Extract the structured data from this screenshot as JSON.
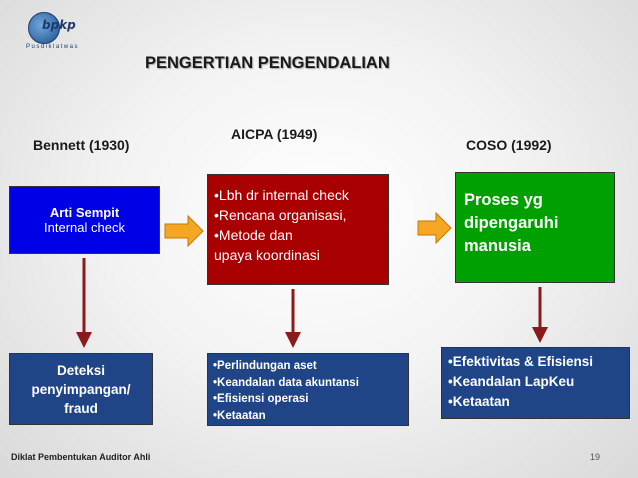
{
  "logo": {
    "text": "bpkp",
    "subtitle": "Pusdiklatwas"
  },
  "title": "PENGERTIAN PENGENDALIAN",
  "columns": [
    {
      "label": "Bennett (1930)",
      "box": {
        "lines": [
          "Arti Sempit",
          "Internal check"
        ],
        "color": "#0000e6"
      },
      "result": {
        "lines": [
          "Deteksi",
          "penyimpangan/",
          "fraud"
        ]
      }
    },
    {
      "label": "AICPA (1949)",
      "box": {
        "lines": [
          "•Lbh dr internal check",
          "•Rencana organisasi,",
          "•Metode dan",
          "upaya koordinasi"
        ],
        "color": "#a80000"
      },
      "result": {
        "lines": [
          "•Perlindungan aset",
          "•Keandalan data akuntansi",
          "•Efisiensi operasi",
          "•Ketaatan"
        ]
      }
    },
    {
      "label": "COSO (1992)",
      "box": {
        "lines": [
          "Proses yg",
          "dipengaruhi",
          "manusia"
        ],
        "color": "#00a000"
      },
      "result": {
        "lines": [
          "•Efektivitas & Efisiensi",
          "•Keandalan LapKeu",
          "•Ketaatan"
        ]
      }
    }
  ],
  "colors": {
    "result_box": "#1f4586",
    "down_arrow": "#8b1a1a",
    "right_arrow": "#f5a623"
  },
  "footer": "Diklat Pembentukan Auditor Ahli",
  "page_number": "19"
}
